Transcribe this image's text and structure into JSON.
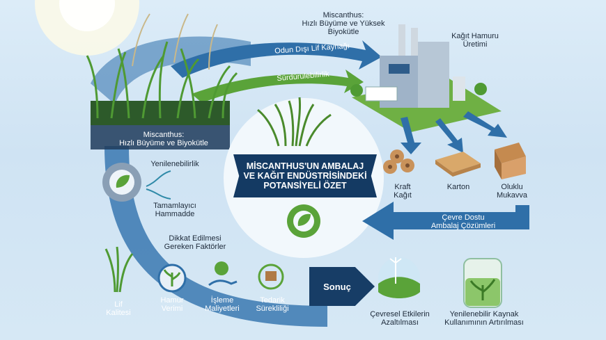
{
  "top_title": "Miscanthus:\nHızlı Büyüme ve Yüksek\nBiyokütle",
  "arrow_odun": "Odun Dışı Lif Kaynağı",
  "arrow_surdurulebilir": "Sürdürülebilirlik",
  "factory_label": "Kağıt Hamuru\nÜretimi",
  "left_title": "Miscanthus:\nHızlı Büyüme ve Biyokütle",
  "yenilenebilirlik": "Yenilenebilirlik",
  "tamamlayici": "Tamamlayıcı\nHammadde",
  "center_title": "MİSCANTHUS'UN AMBALAJ VE KAĞIT ENDÜSTRİSİNDEKİ POTANSİYELİ ÖZET",
  "products": [
    "Kraft\nKağıt",
    "Karton",
    "Oluklu\nMukavva"
  ],
  "cevre_dostu": "Çevre Dostu\nAmbalaj Çözümleri",
  "dikkat": "Dikkat Edilmesi\nGereken Faktörler",
  "factors": [
    "Lif\nKalitesi",
    "Hamur\nVerimi",
    "İşleme\nMaliyetleri",
    "Tedarik\nSürekliliği"
  ],
  "sonuc": "Sonuç",
  "results": [
    "Çevresel Etkilerin\nAzaltılması",
    "Yenilenebilir Kaynak\nKullanımının Artırılması"
  ],
  "colors": {
    "navy": "#173d66",
    "flow_blue": "#2f6fa8",
    "green": "#5aa339",
    "sky": "#d6e8f5"
  }
}
